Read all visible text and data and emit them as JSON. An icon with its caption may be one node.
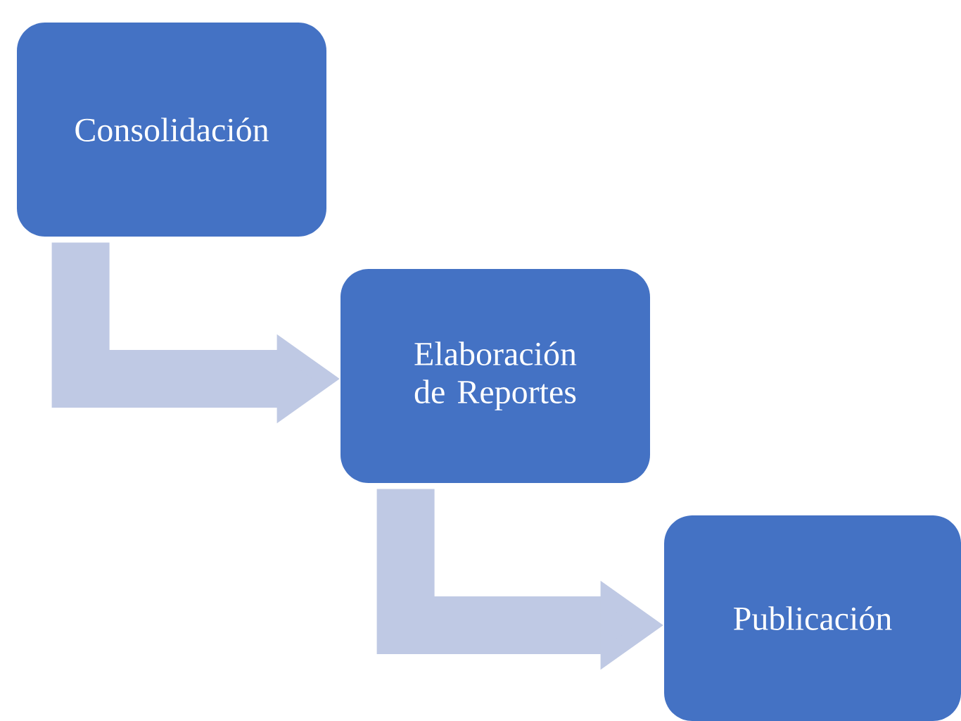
{
  "diagram": {
    "nodes": [
      {
        "text": [
          "Consolidación"
        ]
      },
      {
        "text": [
          "Elaboración de Reportes"
        ]
      },
      {
        "text": [
          "Publicación"
        ]
      }
    ],
    "edges": [
      {
        "from": 0,
        "to": 1,
        "arrow": "to"
      },
      {
        "from": 1,
        "to": 2,
        "arrow": "to"
      }
    ]
  }
}
